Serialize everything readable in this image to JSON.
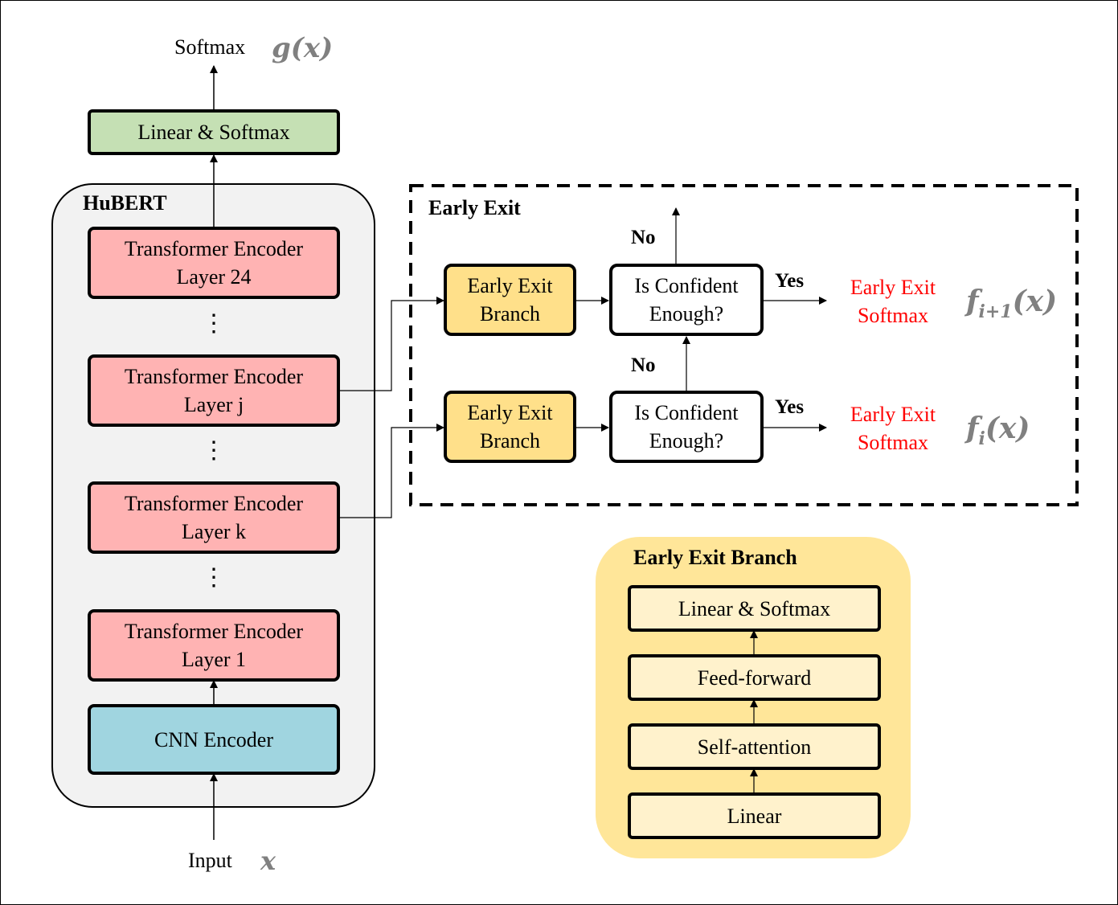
{
  "top": {
    "softmax_label": "Softmax",
    "gx": "g(x)",
    "linear_softmax": "Linear & Softmax"
  },
  "hubert": {
    "title": "HuBERT",
    "layer24": [
      "Transformer Encoder",
      "Layer 24"
    ],
    "layerj": [
      "Transformer Encoder",
      "Layer j"
    ],
    "layerk": [
      "Transformer Encoder",
      "Layer k"
    ],
    "layer1": [
      "Transformer Encoder",
      "Layer 1"
    ],
    "cnn": "CNN Encoder",
    "ellipsis": "⋮"
  },
  "input": {
    "label": "Input",
    "x": "x"
  },
  "early_exit": {
    "title": "Early Exit",
    "upper": {
      "branch": [
        "Early Exit",
        "Branch"
      ],
      "confident": [
        "Is Confident",
        "Enough?"
      ],
      "yes": "Yes",
      "no": "No",
      "softmax": [
        "Early Exit",
        "Softmax"
      ],
      "f": "f",
      "f_sub": "i+1",
      "f_arg": "(x)"
    },
    "lower": {
      "branch": [
        "Early Exit",
        "Branch"
      ],
      "confident": [
        "Is Confident",
        "Enough?"
      ],
      "yes": "Yes",
      "no": "No",
      "softmax": [
        "Early Exit",
        "Softmax"
      ],
      "f": "f",
      "f_sub": "i",
      "f_arg": "(x)"
    }
  },
  "branch_detail": {
    "title": "Early Exit Branch",
    "layers": [
      "Linear & Softmax",
      "Feed-forward",
      "Self-attention",
      "Linear"
    ]
  },
  "colors": {
    "green": "#c5e0b4",
    "pink": "#ffb3b3",
    "blue": "#a0d5e0",
    "yellow": "#ffe08a",
    "light_yellow": "#fff2cc",
    "hubert_bg": "#f2f2f2",
    "red_text": "#ff0000",
    "gray_math": "#808080"
  }
}
